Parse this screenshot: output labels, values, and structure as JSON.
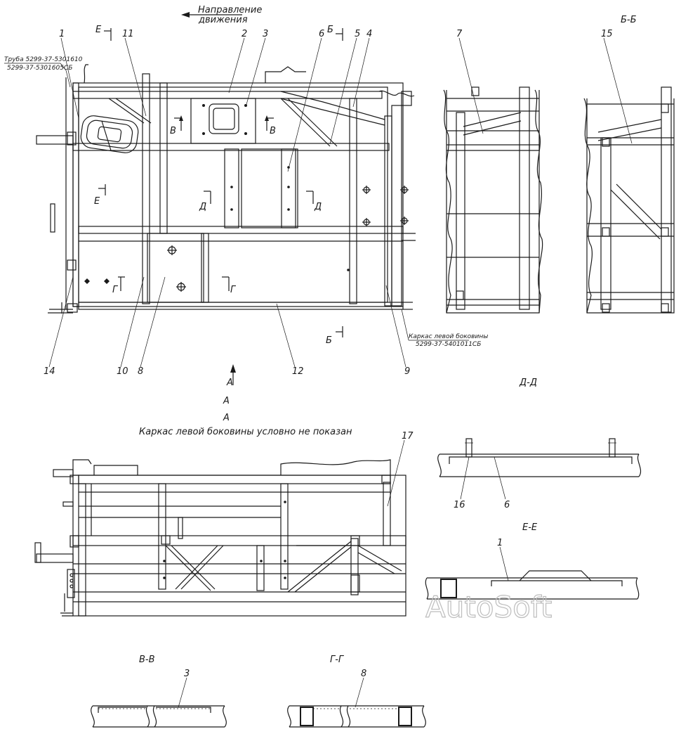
{
  "direction": {
    "line1": "Направление",
    "line2": "движения"
  },
  "pipe_note": {
    "line1": "Труба 5299-37-5301610",
    "line2": "5299-37-5301605СБ"
  },
  "side_frame_note": {
    "line1": "Каркас левой боковины",
    "line2": "5299-37-5401011СБ"
  },
  "view_a_caption": "Каркас левой боковины условно не показан",
  "callouts": {
    "c1": "1",
    "c2": "2",
    "c3": "3",
    "c4": "4",
    "c5": "5",
    "c6": "6",
    "c7": "7",
    "c8": "8",
    "c9": "9",
    "c10": "10",
    "c11": "11",
    "c12": "12",
    "c14": "14",
    "c15": "15",
    "c16": "16",
    "c17": "17"
  },
  "section_marks": {
    "E": "Е",
    "B": "Б",
    "V": "В",
    "D": "Д",
    "G": "Г",
    "A": "А"
  },
  "section_titles": {
    "bb": "Б-Б",
    "dd": "Д-Д",
    "ee": "Е-Е",
    "vv": "В-В",
    "gg": "Г-Г",
    "a1": "А",
    "a2": "А"
  },
  "watermark": "AutoSoft"
}
